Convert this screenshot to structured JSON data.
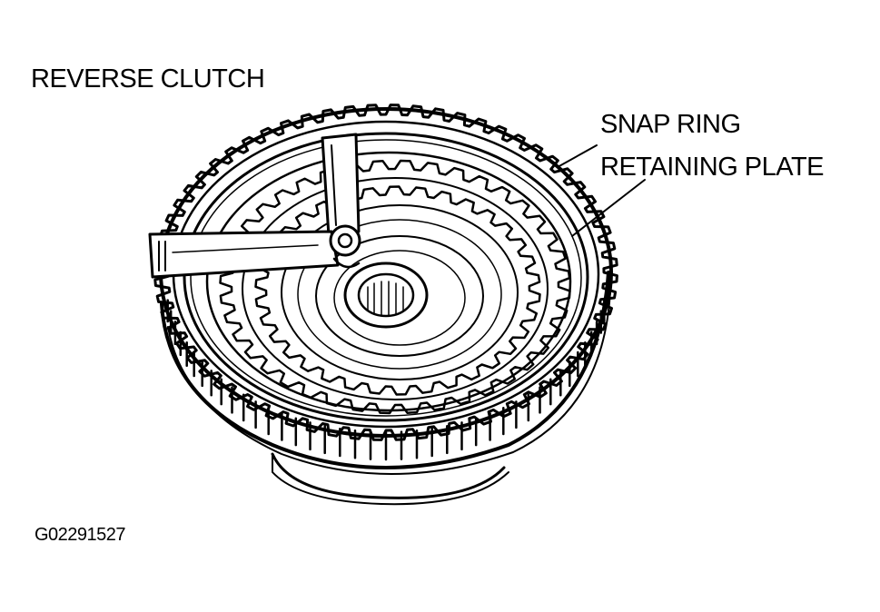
{
  "title": "REVERSE CLUTCH",
  "callouts": {
    "snap_ring": "SNAP RING",
    "retaining_plate": "RETAINING PLATE"
  },
  "figure_id": "G02291527",
  "colors": {
    "ink": "#000000",
    "paper": "#ffffff"
  },
  "components": [
    "clutch-drum",
    "snap-ring",
    "retaining-plate",
    "clutch-plates",
    "hub",
    "snap-ring-pliers"
  ]
}
